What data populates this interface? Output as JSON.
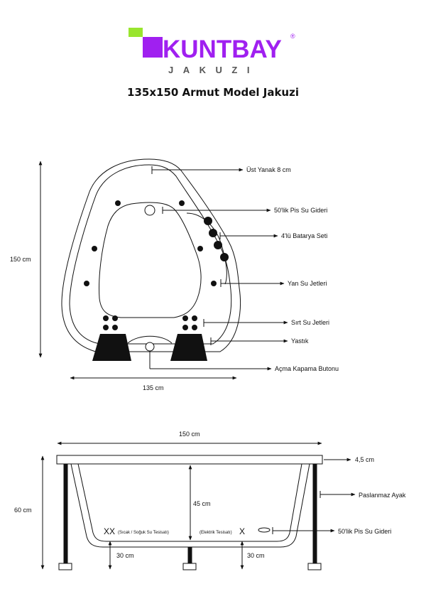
{
  "brand": {
    "name": "KUNTBAY",
    "registered": "®",
    "sub": "JAKUZI",
    "accent_color": "#a020f0",
    "square_color": "#99e52e"
  },
  "title": "135x150 Armut Model Jakuzi",
  "top_view": {
    "height_label": "150 cm",
    "width_label": "135 cm",
    "callouts": {
      "ust_yanak": "Üst Yanak 8 cm",
      "pis_su_gideri": "50'lik Pis Su Gideri",
      "batarya": "4'lü Batarya Seti",
      "yan_jetler": "Yan Su Jetleri",
      "sirt_jetler": "Sırt Su Jetleri",
      "yastik": "Yastık",
      "acma_kapama": "Açma Kapama Butonu"
    }
  },
  "side_view": {
    "width_label": "150 cm",
    "height_label": "60 cm",
    "rim_label": "4,5 cm",
    "inner_depth_label": "45 cm",
    "ayak_label": "Paslanmaz Ayak",
    "pis_su_label": "50'lik Pis Su Gideri",
    "xx_mark": "XX",
    "sicak_soguk": "(Sıcak / Soğuk Su Tesisatı)",
    "elektrik": "(Elektrik Tesisatı)",
    "x_mark": "X",
    "left_30": "30 cm",
    "right_30": "30 cm"
  }
}
